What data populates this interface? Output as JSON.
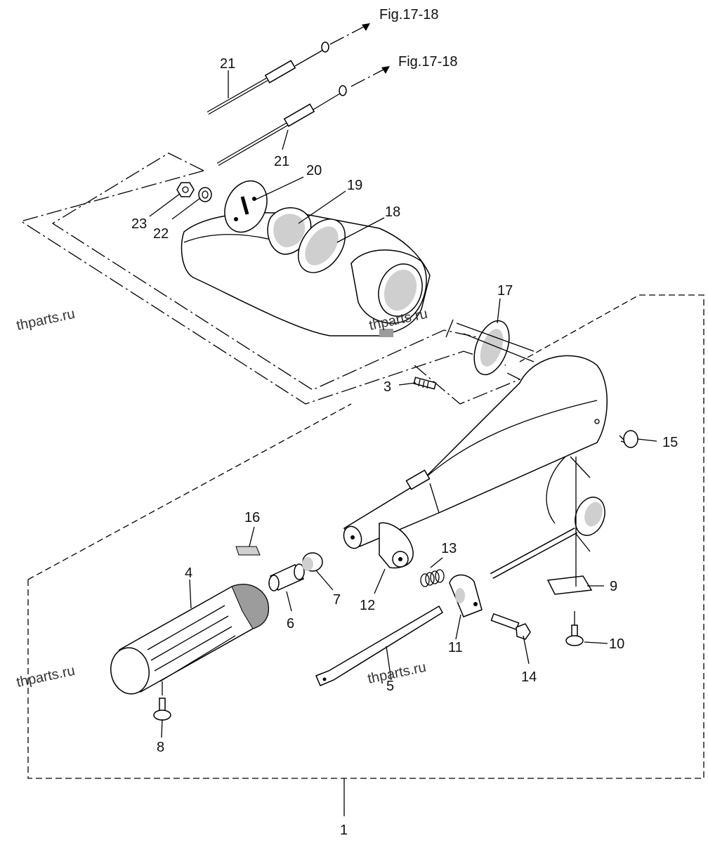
{
  "references": {
    "fig_ref_top": "Fig.17-18",
    "fig_ref_second": "Fig.17-18"
  },
  "watermark": "thparts.ru",
  "callouts": {
    "p1": "1",
    "p3": "3",
    "p4": "4",
    "p5": "5",
    "p6": "6",
    "p7": "7",
    "p8": "8",
    "p9": "9",
    "p10": "10",
    "p11": "11",
    "p12": "12",
    "p13": "13",
    "p14": "14",
    "p15": "15",
    "p16": "16",
    "p17": "17",
    "p18": "18",
    "p19": "19",
    "p20": "20",
    "p21a": "21",
    "p21b": "21",
    "p22": "22",
    "p23": "23"
  }
}
